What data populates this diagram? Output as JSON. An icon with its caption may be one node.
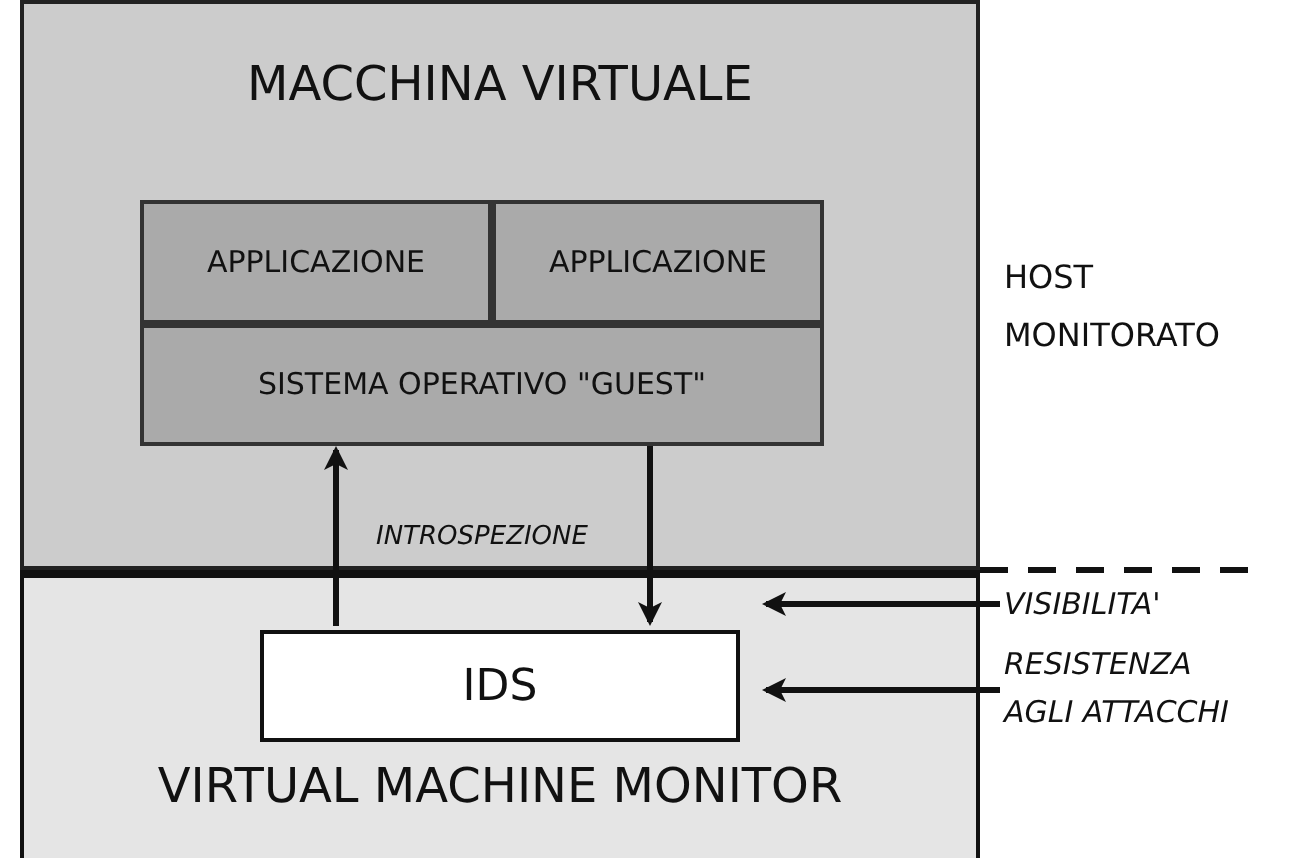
{
  "diagram": {
    "nodes": [
      {
        "text": [
          "MACCHINA VIRTUALE"
        ]
      },
      {
        "text": [
          "APPLICAZIONE"
        ],
        "in": 0
      },
      {
        "text": [
          "APPLICAZIONE"
        ],
        "in": 0
      },
      {
        "text": [
          "SISTEMA OPERATIVO \"GUEST\""
        ],
        "in": 0
      },
      {
        "text": [
          "VIRTUAL MACHINE MONITOR"
        ]
      },
      {
        "text": [
          "IDS"
        ],
        "in": 4
      },
      {
        "text": [
          "VISIBILITA'"
        ]
      },
      {
        "text": [
          "RESISTENZA AGLI ATTACCHI"
        ]
      }
    ],
    "edges": [
      {
        "from": 5,
        "to": 3,
        "arrow": "to"
      },
      {
        "from": 3,
        "to": 5,
        "arrow": "to"
      },
      {
        "from": 6,
        "to": 5,
        "arrow": "to"
      },
      {
        "from": 7,
        "to": 5,
        "arrow": "to"
      }
    ],
    "labels": [
      "HOST MONITORATO",
      "INTROSPEZIONE"
    ]
  }
}
